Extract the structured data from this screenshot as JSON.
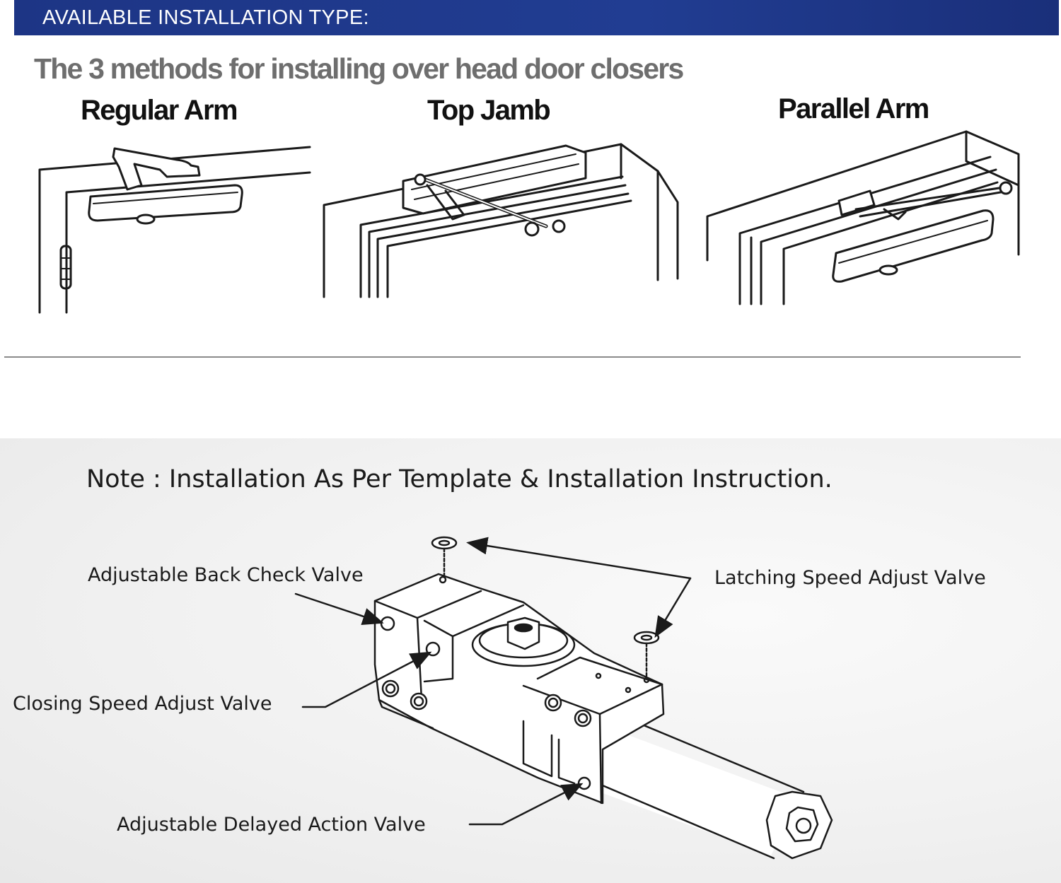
{
  "header": {
    "banner_title": "AVAILABLE INSTALLATION TYPE:",
    "subtitle": "The 3 methods for installing over head door closers"
  },
  "methods": [
    {
      "label": "Regular Arm"
    },
    {
      "label": "Top Jamb"
    },
    {
      "label": "Parallel Arm"
    }
  ],
  "note": "Note : Installation As Per Template & Installation Instruction.",
  "callouts": {
    "back_check": "Adjustable Back Check Valve",
    "latching_speed": "Latching Speed Adjust Valve",
    "closing_speed": "Closing Speed Adjust Valve",
    "delayed_action": "Adjustable Delayed Action Valve"
  },
  "colors": {
    "banner": "#213d92",
    "subtitle": "#6e6e6e",
    "line_art": "#1a1a1a"
  }
}
